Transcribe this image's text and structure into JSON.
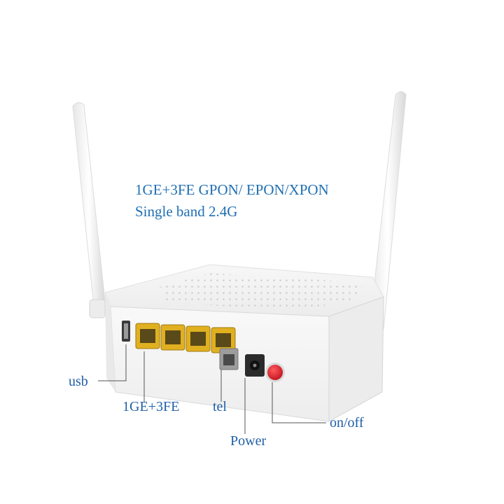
{
  "headline": {
    "line1": "1GE+3FE GPON/ EPON/XPON",
    "line2": "Single band 2.4G"
  },
  "callouts": {
    "usb": "usb",
    "lan": "1GE+3FE",
    "tel": "tel",
    "power": "Power",
    "on_off": "on/off"
  },
  "colors": {
    "text_accent": "#1f6fb3",
    "device_body": "#f4f4f4",
    "lan_port": "#e0b020",
    "power_button": "#d8202c"
  }
}
